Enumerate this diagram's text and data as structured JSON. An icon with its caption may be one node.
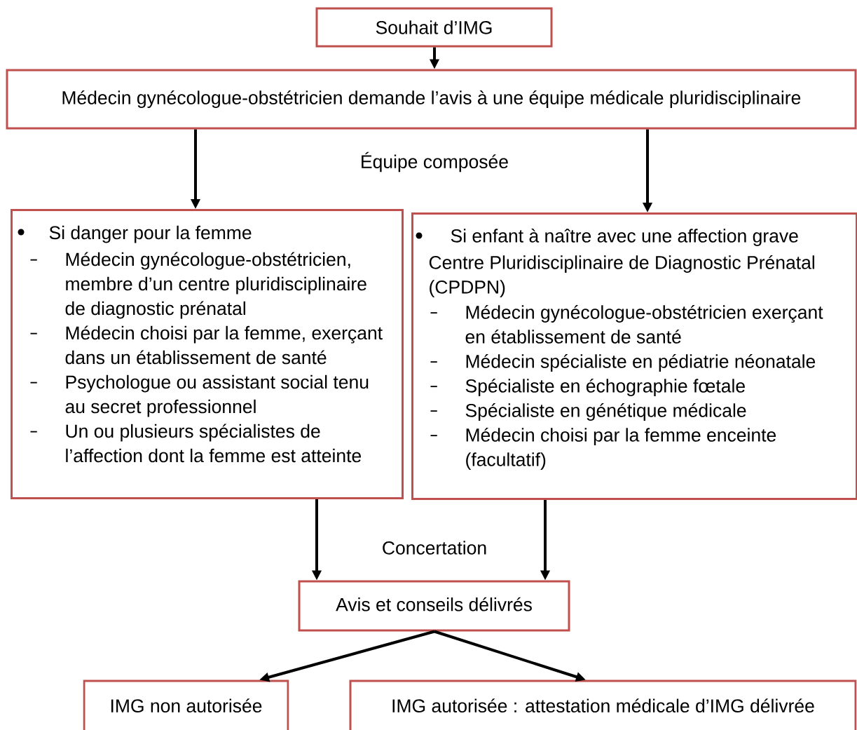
{
  "diagram": {
    "nodes": [
      {
        "text": [
          "Souhait d’IMG"
        ]
      },
      {
        "text": [
          "Médecin gynécologue-obstétricien demande l’avis à une équipe médicale pluridisciplinaire"
        ]
      },
      {
        "text": [
          "Si danger pour la femme",
          "Médecin gynécologue-obstétricien, membre d’un centre pluridisciplinaire de diagnostic prénatal",
          "Médecin choisi par la femme, exerçant dans un établissement de santé",
          "Psychologue ou assistant social tenu au secret professionnel",
          "Un ou plusieurs spécialistes de l’affection dont la femme est atteinte"
        ]
      },
      {
        "text": [
          "Si enfant à naître avec une affection grave",
          "Centre Pluridisciplinaire de Diagnostic Prénatal (CPDPN)",
          "Médecin gynécologue-obstétricien exerçant en établissement de santé",
          "Médecin spécialiste en pédiatrie néonatale",
          "Spécialiste en échographie fœtale",
          "Spécialiste en génétique médicale",
          "Médecin choisi par la femme enceinte (facultatif)"
        ]
      },
      {
        "text": [
          "Avis et conseils délivrés"
        ]
      },
      {
        "text": [
          "IMG non autorisée"
        ]
      },
      {
        "text": [
          "IMG autorisée : attestation médicale d’IMG délivrée"
        ]
      }
    ],
    "edges": [
      {
        "from": 0,
        "to": 1,
        "arrow": "to"
      },
      {
        "from": 1,
        "to": 2,
        "arrow": "to"
      },
      {
        "from": 1,
        "to": 3,
        "arrow": "to"
      },
      {
        "from": 2,
        "to": 4,
        "arrow": "to"
      },
      {
        "from": 3,
        "to": 4,
        "arrow": "to"
      },
      {
        "from": 4,
        "to": 5,
        "arrow": "to"
      },
      {
        "from": 4,
        "to": 6,
        "arrow": "to"
      }
    ],
    "labels": [
      "Équipe composée",
      "Concertation"
    ]
  }
}
